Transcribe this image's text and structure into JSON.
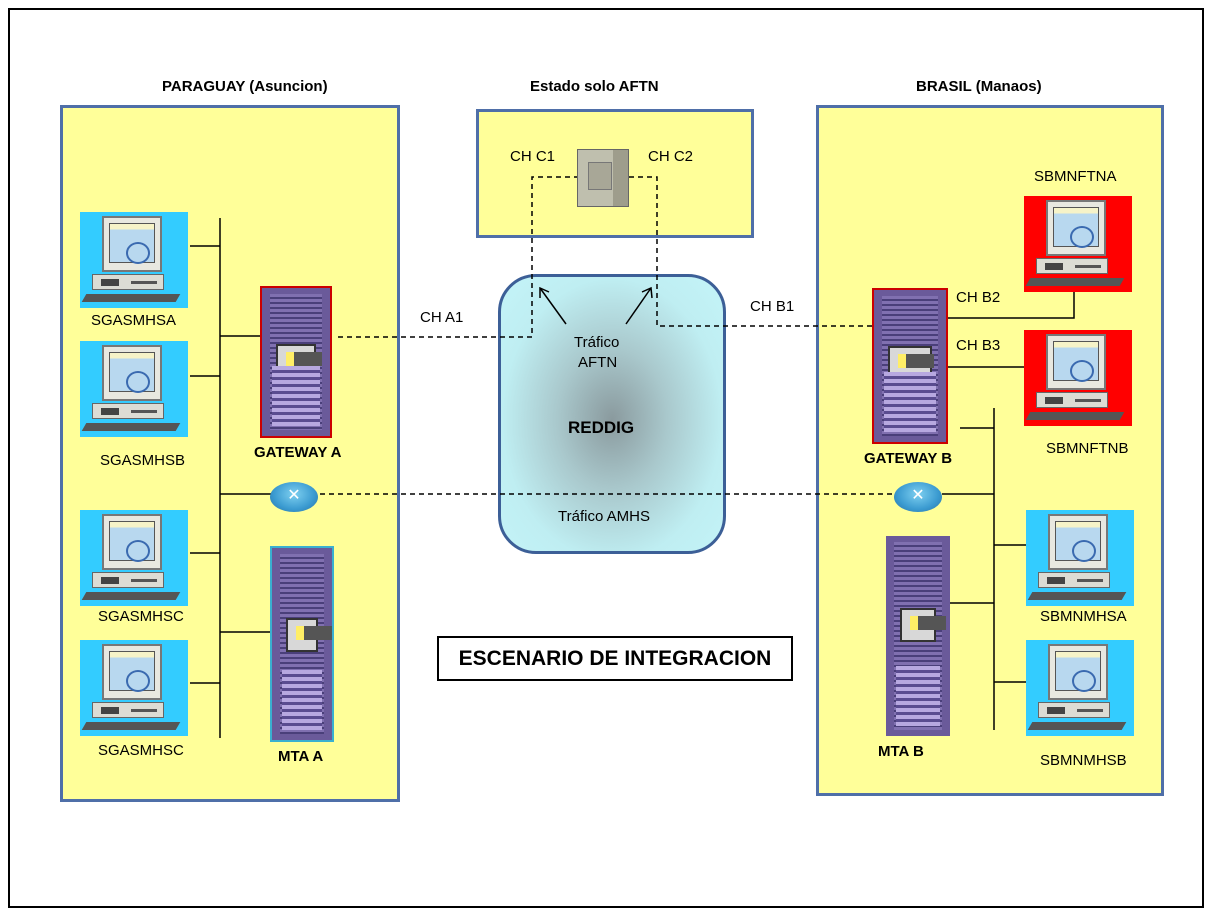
{
  "regions": {
    "paraguay": "PARAGUAY (Asuncion)",
    "aftn_state": "Estado solo AFTN",
    "brasil": "BRASIL (Manaos)"
  },
  "paraguay": {
    "workstations": [
      "SGASMHSA",
      "SGASMHSB",
      "SGASMHSC",
      "SGASMHSC"
    ],
    "gateway": "GATEWAY A",
    "mta": "MTA A"
  },
  "brasil": {
    "workstations": [
      "SBMNFTNA",
      "SBMNFTNB",
      "SBMNMHSA",
      "SBMNMHSB"
    ],
    "gateway": "GATEWAY B",
    "mta": "MTA B"
  },
  "channels": {
    "ch_a1": "CH A1",
    "ch_b1": "CH B1",
    "ch_b2": "CH B2",
    "ch_b3": "CH B3",
    "ch_c1": "CH C1",
    "ch_c2": "CH C2"
  },
  "network": {
    "name": "REDDIG",
    "aftn_traffic_line1": "Tráfico",
    "aftn_traffic_line2": "AFTN",
    "amhs_traffic": "Tráfico  AMHS"
  },
  "title": "ESCENARIO DE INTEGRACION",
  "colors": {
    "region_fill": "#ffff99",
    "region_border": "#4f6fa8",
    "aftn_workstation_bg": "#ff0000",
    "amhs_workstation_bg": "#33ccff",
    "network_cloud": "#c4f4f8"
  }
}
